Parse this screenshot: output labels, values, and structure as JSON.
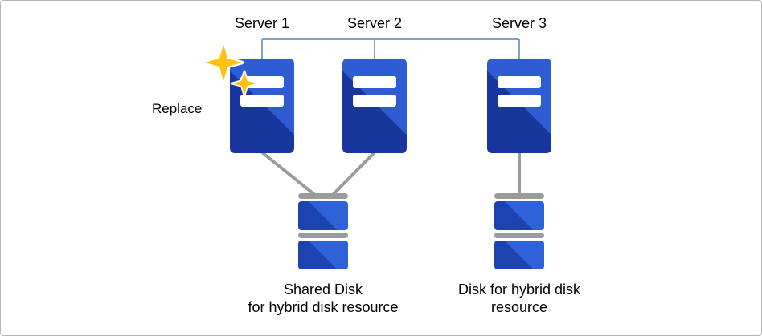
{
  "diagram": {
    "servers": [
      {
        "label": "Server 1"
      },
      {
        "label": "Server 2"
      },
      {
        "label": "Server 3"
      }
    ],
    "replace_label": "Replace",
    "shared_disk_label": "Shared Disk\nfor hybrid disk resource",
    "single_disk_label": "Disk for hybrid disk\nresource",
    "icons": {
      "sparkle": "new-replacement-sparkle-icon",
      "server": "server-tower-icon",
      "disk": "disk-stack-icon"
    },
    "colors": {
      "server_blue_dark": "#17379f",
      "server_blue_light": "#2d5cd4",
      "disk_blue_dark": "#1d43b0",
      "disk_blue_light": "#2f62d8",
      "gray_connector": "#9b9b9b",
      "blue_connector": "#7da3cc",
      "sparkle_yellow": "#ffc20e",
      "border": "#b7b7b7"
    }
  }
}
